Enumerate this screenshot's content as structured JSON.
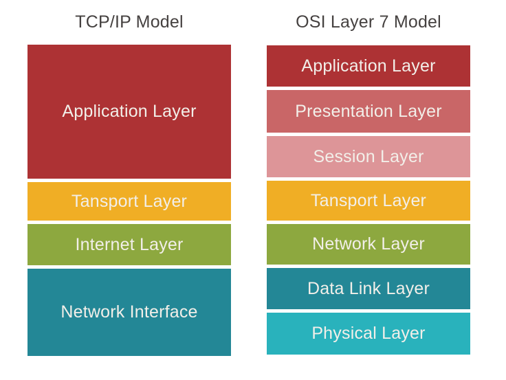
{
  "diagram": {
    "left_column": {
      "title": "TCP/IP Model",
      "layers": [
        {
          "label": "Application Layer",
          "color": "#AD3234"
        },
        {
          "label": "Tansport Layer",
          "color": "#F0AE25"
        },
        {
          "label": "Internet Layer",
          "color": "#8DA83F"
        },
        {
          "label": "Network Interface",
          "color": "#238796"
        }
      ]
    },
    "right_column": {
      "title": "OSI Layer 7 Model",
      "layers": [
        {
          "label": "Application Layer",
          "color": "#AD3234"
        },
        {
          "label": "Presentation Layer",
          "color": "#C96667"
        },
        {
          "label": "Session Layer",
          "color": "#DD9598"
        },
        {
          "label": "Tansport Layer",
          "color": "#F0AE25"
        },
        {
          "label": "Network Layer",
          "color": "#8DA83F"
        },
        {
          "label": "Data Link Layer",
          "color": "#238796"
        },
        {
          "label": "Physical Layer",
          "color": "#29B2BC"
        }
      ]
    },
    "title_text_color": "#454140",
    "layer_label_color": "#F2EFE9",
    "background_color": "#FFFFFF"
  }
}
